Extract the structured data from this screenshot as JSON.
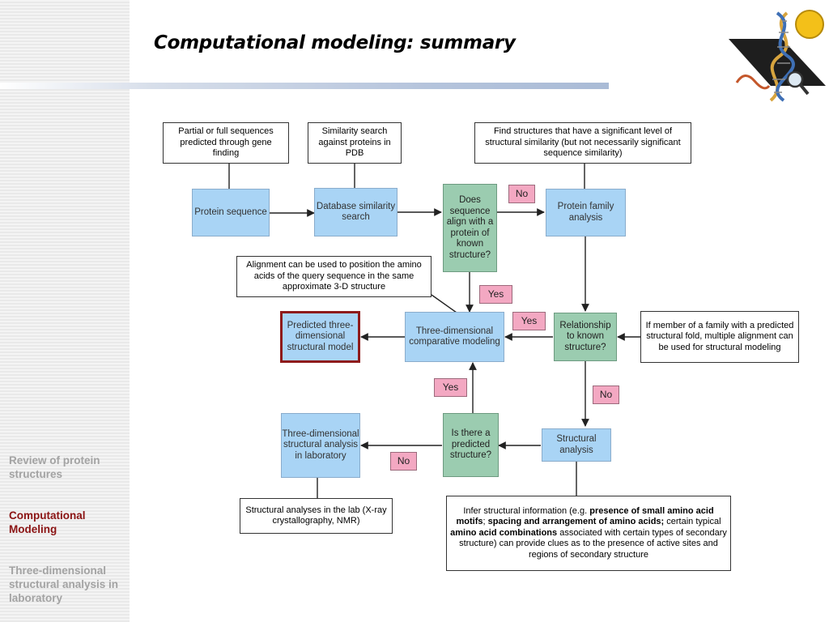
{
  "title": "Computational modeling: summary",
  "logo": {
    "icon": "dna-magnifier-logo"
  },
  "sidebar": {
    "items": [
      {
        "label": "Review of protein structures",
        "active": false
      },
      {
        "label": "Computational Modeling",
        "active": true
      },
      {
        "label": "Three-dimensional structural analysis in laboratory",
        "active": false
      }
    ]
  },
  "diagram": {
    "note_partial": "Partial or full sequences predicted through gene finding",
    "note_similarity": "Similarity search against proteins in PDB",
    "note_find": "Find structures that have a significant level of structural similarity (but not necessarily significant sequence similarity)",
    "note_alignment": "Alignment  can be used to position the amino acids of the query sequence in the same approximate 3-D structure",
    "note_family": "If member of a family with a predicted structural fold, multiple alignment can be used for structural modeling",
    "note_lab": "Structural analyses in the lab (X-ray crystallography, NMR)",
    "note_infer": {
      "t1": "Infer structural information (e.g. ",
      "b1": "presence of small amino acid motifs",
      "t2": "; ",
      "b2": "spacing and arrangement of amino acids;",
      "t3": " certain typical ",
      "b3": "amino acid combinations",
      "t4": " associated with certain  types of secondary structure) can provide clues as to the presence of active sites and regions of  secondary structure"
    },
    "protein_sequence": "Protein sequence",
    "database_search": "Database similarity search",
    "does_align": "Does sequence align with a protein of known structure?",
    "protein_family": "Protein family analysis",
    "predicted_model": "Predicted three-dimensional structural model",
    "comparative_modeling": "Three-dimensional comparative modeling",
    "relationship": "Relationship to known structure?",
    "structural_analysis": "Structural analysis",
    "is_predicted": "Is there a predicted structure?",
    "lab_analysis": "Three-dimensional structural analysis in laboratory",
    "label_no_top": "No",
    "label_yes_align": "Yes",
    "label_yes_rel": "Yes",
    "label_no_rel": "No",
    "label_yes_pred": "Yes",
    "label_no_pred": "No"
  },
  "colors": {
    "process_box": "#a9d4f5",
    "decision_box": "#9bccb0",
    "answer_label": "#f3a8c2",
    "model_border": "#8e1b1b",
    "active_nav": "#8b1414",
    "inactive_nav": "#a3a3a3"
  }
}
